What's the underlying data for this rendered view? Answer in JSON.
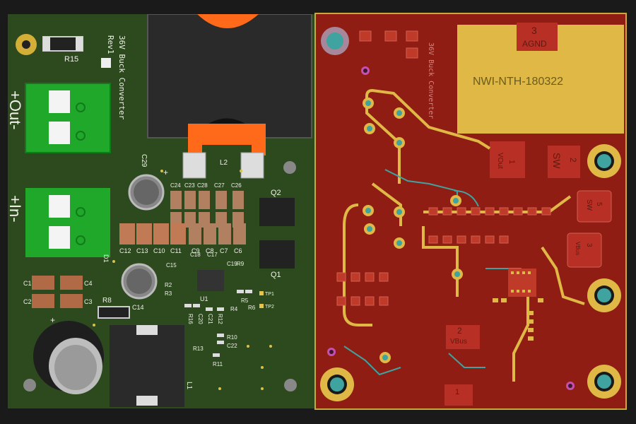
{
  "left_board": {
    "board_title": "36V Buck Converter",
    "revision": "Rev1",
    "connector_labels": {
      "out": "+Out-",
      "in": "+In-"
    },
    "components": {
      "r15": "R15",
      "c29": "C29",
      "l2": "L2",
      "l1": "L1",
      "q1": "Q1",
      "q2": "Q2",
      "c1": "C1",
      "c2": "C2",
      "c3": "C3",
      "c4": "C4",
      "r8": "R8",
      "c14": "C14",
      "c12": "C12",
      "c13": "C13",
      "c10": "C10",
      "c11": "C11",
      "c9": "C9",
      "c8": "C8",
      "c7": "C7",
      "c6": "C6",
      "c24": "C24",
      "c23": "C23",
      "c28": "C28",
      "c27": "C27",
      "c26": "C26",
      "c18": "C18",
      "c17": "C17",
      "c15": "C15",
      "c19": "C19",
      "r9": "R9",
      "r2": "R2",
      "r3": "R3",
      "u1": "U1",
      "r5": "R5",
      "r6": "R6",
      "r4": "R4",
      "tp1": "TP1",
      "tp2": "TP2",
      "r16": "R16",
      "c20": "C20",
      "c21": "C21",
      "r12": "R12",
      "r10": "R10",
      "c22": "C22",
      "r13": "R13",
      "r11": "R11",
      "d1": "D1"
    },
    "plus_sign": "+"
  },
  "right_board": {
    "pads": {
      "agnd_number": "3",
      "agnd_label": "AGND",
      "vout_number": "1",
      "vout_label": "VOut",
      "sw_number": "2",
      "sw_label": "SW",
      "sw5_number": "5",
      "sw5_label": "SW",
      "vbus3_number": "3",
      "vbus3_label": "VBus",
      "vbus2_number": "2",
      "vbus2_label": "VBus",
      "pad1_number": "1"
    },
    "copper_text": "NWI-NTH-180322",
    "mirrored_title": "36V Buck Converter"
  },
  "colors": {
    "left_soldermask": "#2d4a1e",
    "right_copper": "#8f1d14",
    "gold": "#e8c44a",
    "trace_teal": "#3fa3a0",
    "orange": "#ff6a1a"
  }
}
